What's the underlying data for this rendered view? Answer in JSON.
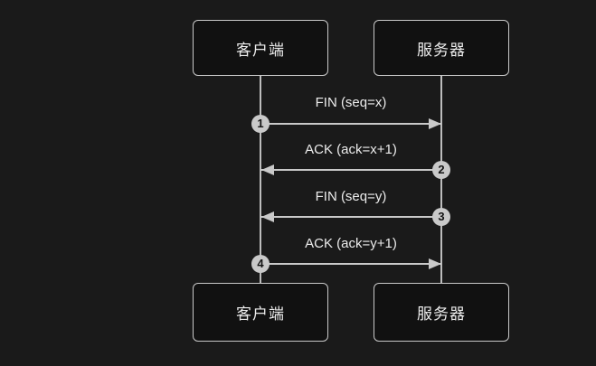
{
  "diagram": {
    "type": "sequence",
    "theme": "dark",
    "actors": {
      "client_top": "客户端",
      "server_top": "服务器",
      "client_bottom": "客户端",
      "server_bottom": "服务器"
    },
    "messages": [
      {
        "num": "1",
        "label": "FIN (seq=x)",
        "from": "client",
        "to": "server",
        "direction": "right"
      },
      {
        "num": "2",
        "label": "ACK (ack=x+1)",
        "from": "server",
        "to": "client",
        "direction": "left"
      },
      {
        "num": "3",
        "label": "FIN (seq=y)",
        "from": "server",
        "to": "client",
        "direction": "left"
      },
      {
        "num": "4",
        "label": "ACK (ack=y+1)",
        "from": "client",
        "to": "server",
        "direction": "right"
      }
    ],
    "colors": {
      "background": "#1a1a1a",
      "box_fill": "#111111",
      "box_border": "#c8c8c8",
      "line": "#c9c9c9",
      "lifeline": "#bdbdbd",
      "text": "#ececec",
      "badge_fill": "#c9c9c9",
      "badge_text": "#141414"
    }
  }
}
